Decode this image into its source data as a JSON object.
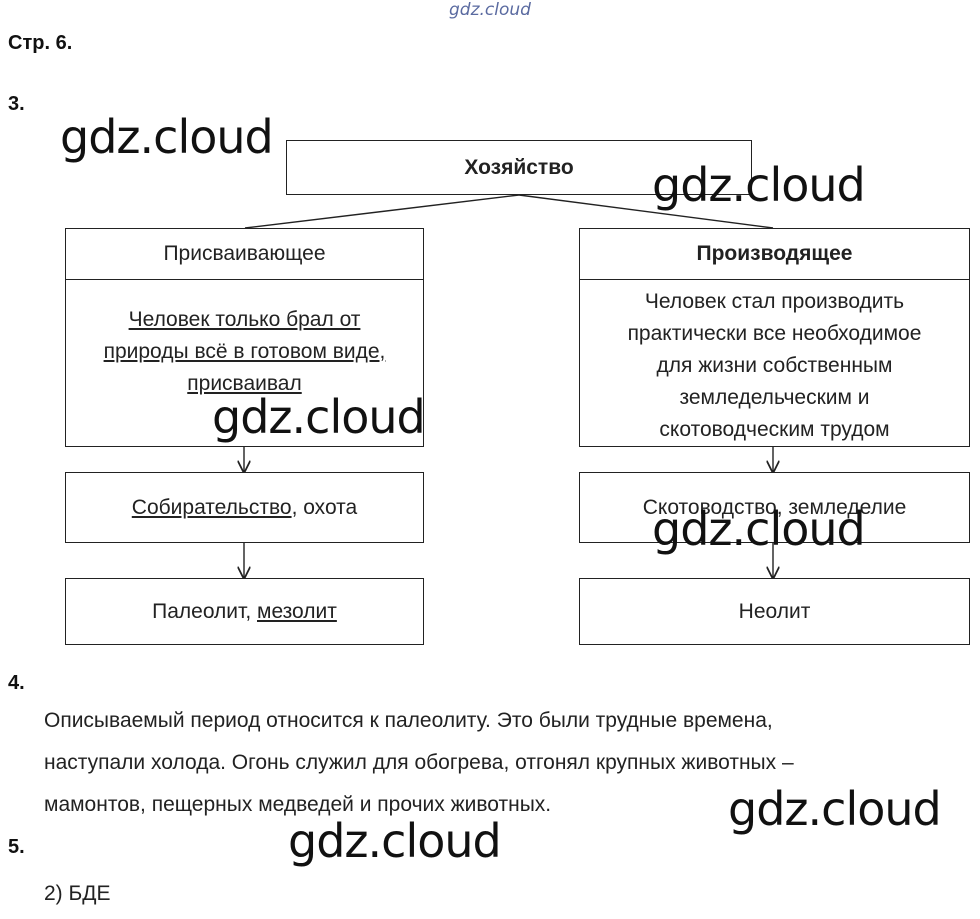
{
  "watermark_top": "gdz.cloud",
  "watermarks": [
    "gdz.cloud",
    "gdz.cloud",
    "gdz.cloud",
    "gdz.cloud",
    "gdz.cloud",
    "gdz.cloud"
  ],
  "page_label": "Стр. 6.",
  "task3": {
    "number": "3.",
    "root": "Хозяйство",
    "left": {
      "title": "Присваивающее",
      "desc_parts": [
        "Человек только брал от природы всё в готовом виде, присваивал"
      ],
      "activity_underlined": "Собирательство",
      "activity_rest": ", охота",
      "period_plain": "Палеолит, ",
      "period_underlined": "мезолит"
    },
    "right": {
      "title": "Производящее",
      "desc_lines": [
        "Человек стал производить",
        "практически все необходимое",
        "для жизни собственным",
        "земледельческим и",
        "скотоводческим трудом"
      ],
      "activity": "Скотоводство, земледелие",
      "period": "Неолит"
    }
  },
  "task4": {
    "number": "4.",
    "lines": [
      "Описываемый период относится к палеолиту. Это были трудные времена,",
      "наступали холода. Огонь служил для обогрева, отгонял крупных животных –",
      "мамонтов, пещерных медведей и прочих животных."
    ]
  },
  "task5": {
    "number": "5.",
    "answer": "2) БДЕ"
  }
}
